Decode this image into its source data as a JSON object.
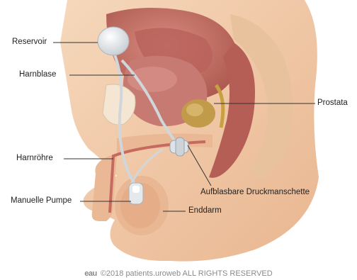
{
  "labels": {
    "reservoir": "Reservoir",
    "bladder": "Harnblase",
    "urethra": "Harnröhre",
    "pump": "Manuelle Pumpe",
    "prostate": "Prostata",
    "cuff": "Aufblasbare Druckmanschette",
    "rectum": "Enddarm"
  },
  "copyright": {
    "logo": "eau",
    "text": "©2018 patients.uroweb ALL RIGHTS RESERVED"
  },
  "colors": {
    "skin": "#f3cfae",
    "skin_shadow": "#e8b48d",
    "organ": "#c8766c",
    "organ_dark": "#a8574f",
    "device": "#d9dde1",
    "prostate": "#b99445",
    "leader_line": "#333333"
  }
}
